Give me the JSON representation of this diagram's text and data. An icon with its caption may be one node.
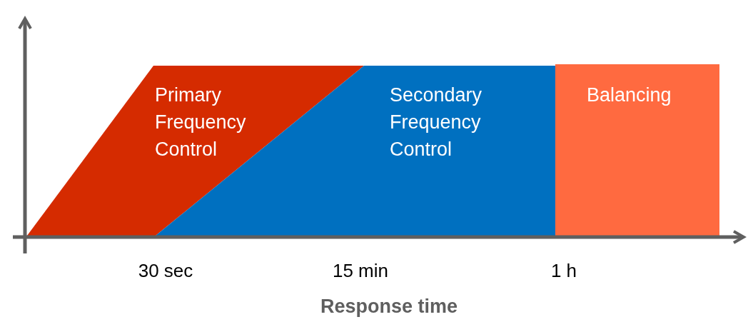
{
  "diagram": {
    "nodes": [
      {
        "text": [
          "Primary Frequency Control"
        ]
      },
      {
        "text": [
          "Secondary Frequency Control"
        ]
      },
      {
        "text": [
          "Balancing"
        ]
      }
    ],
    "labels": [
      "30 sec",
      "15 min",
      "1 h",
      "Response time"
    ]
  }
}
